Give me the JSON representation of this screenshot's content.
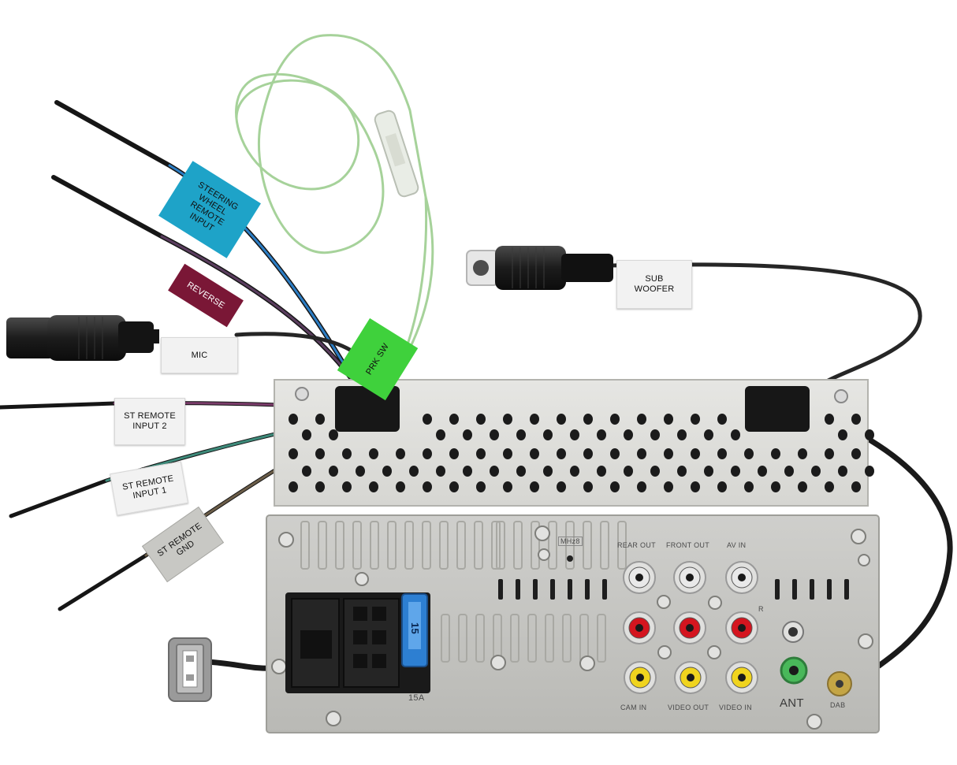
{
  "labels": {
    "steering": "STEERING\nWHEEL\nREMOTE\nINPUT",
    "reverse": "REVERSE",
    "mic": "MIC",
    "prk_sw": "PRK SW",
    "sub_woofer": "SUB\nWOOFER",
    "st_remote_input_2": "ST REMOTE\nINPUT 2",
    "st_remote_input_1": "ST REMOTE\nINPUT 1",
    "st_remote_gnd": "ST REMOTE\nGND"
  },
  "panel_markings": {
    "mhz": "MHz8",
    "rear_out": "REAR OUT",
    "front_out": "FRONT OUT",
    "av_in": "AV IN",
    "r": "R",
    "cam_in": "CAM IN",
    "video_out": "VIDEO OUT",
    "video_in": "VIDEO IN",
    "ant": "ANT",
    "dab": "DAB",
    "fuse": "15",
    "fuse_rating": "15A"
  },
  "colors": {
    "steering": "#1ea3c8",
    "reverse": "#7a1736",
    "prk_sw": "#3fd13c",
    "rca_white": "#e9e9e9",
    "rca_red": "#d4151f",
    "rca_yellow": "#f0d41e",
    "ant_green": "#49b85a",
    "dab_gold": "#c4a545"
  }
}
